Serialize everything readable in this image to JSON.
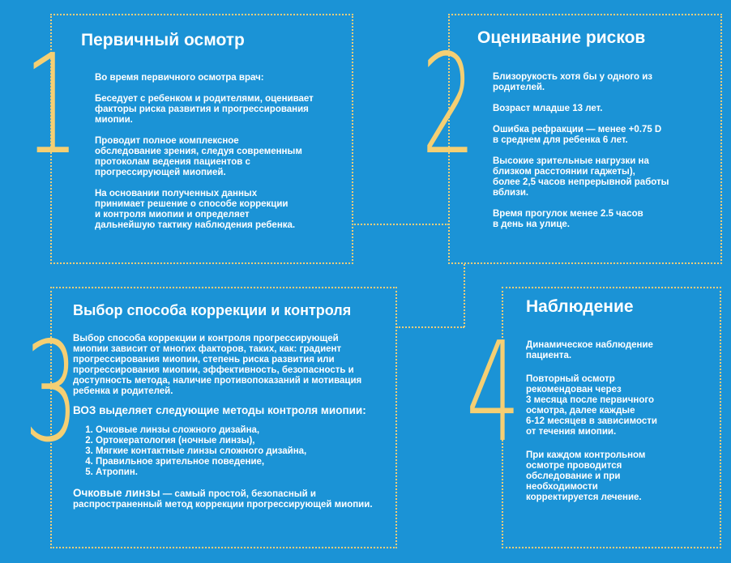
{
  "block1": {
    "number": "1",
    "title": "Первичный осмотр",
    "paragraphs": [
      "Во время первичного осмотра врач:",
      "Беседует с ребенком и родителями, оценивает\nфакторы риска развития и прогрессирования\nмиопии.",
      "Проводит полное комплексное\nобследование зрения, следуя современным\nпротоколам ведения пациентов с\nпрогрессирующей миопией.",
      "На основании полученных данных\nпринимает решение о способе коррекции\nи контроля миопии и определяет\nдальнейшую тактику наблюдения ребенка."
    ]
  },
  "block2": {
    "number": "2",
    "title": "Оценивание рисков",
    "paragraphs": [
      "Близорукость хотя бы у одного из\nродителей.",
      "Возраст младше 13 лет.",
      "Ошибка рефракции — менее +0.75 D\nв среднем для ребенка 6 лет.",
      "Высокие зрительные нагрузки на\nблизком расстоянии гаджеты),\nболее 2,5 часов непрерывной работы\nвблизи.",
      "Время прогулок менее 2.5 часов\nв день на улице."
    ]
  },
  "block3": {
    "number": "3",
    "title": "Выбор способа коррекции и контроля",
    "intro": "Выбор способа коррекции и контроля прогрессирующей\nмиопии зависит от многих факторов, таких, как: градиент\nпрогрессирования миопии, степень риска развития или\nпрогрессирования миопии, эффективность, безопасность и\nдоступность метода, наличие противопоказаний и мотивация\nребенка и родителей.",
    "who_heading": "ВОЗ выделяет следующие методы контроля миопии:",
    "methods": [
      "Очковые линзы сложного дизайна,",
      "Ортокератология (ночные линзы),",
      "Мягкие контактные линзы сложного дизайна,",
      "Правильное зрительное поведение,",
      "Атропин."
    ],
    "conclusion_lead": "Очковые линзы",
    "conclusion_rest": " — самый простой, безопасный и\n распространенный метод коррекции прогрессирующей миопии."
  },
  "block4": {
    "number": "4",
    "title": "Наблюдение",
    "paragraphs": [
      "Динамическое наблюдение\nпациента.",
      "Повторный осмотр\nрекомендован через\n3 месяца после первичного\nосмотра, далее каждые\n6-12 месяцев в зависимости\nот течения миопии.",
      "При каждом контрольном\nосмотре проводится\nобследование и при\nнеобходимости\nкорректируется лечение."
    ]
  },
  "colors": {
    "background": "#1b93d6",
    "accent": "#f5cf73",
    "text": "#ffffff"
  }
}
